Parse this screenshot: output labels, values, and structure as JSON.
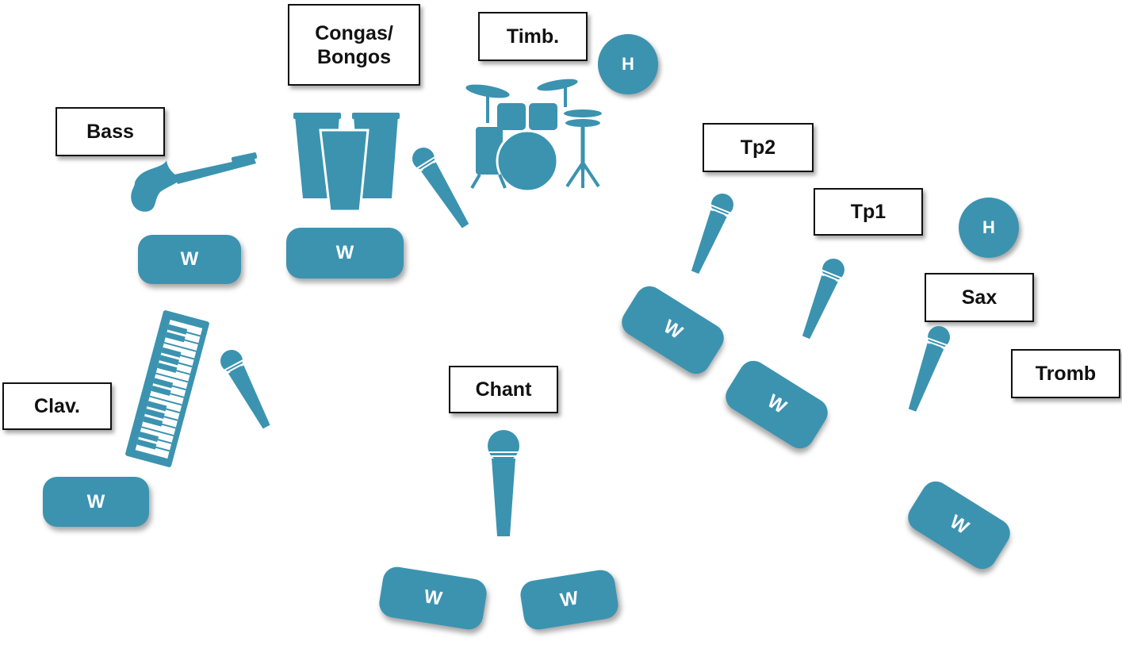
{
  "colors": {
    "felt_blue": "#3b93b0",
    "label_border": "#111111",
    "background": "#ffffff"
  },
  "labels": {
    "congas_bongos_line1": "Congas/",
    "congas_bongos_line2": "Bongos",
    "timbales": "Timb.",
    "bass": "Bass",
    "trumpet2": "Tp2",
    "trumpet1": "Tp1",
    "sax": "Sax",
    "trombone": "Tromb",
    "clavier": "Clav.",
    "chant": "Chant"
  },
  "monitors": {
    "wedge_label": "W",
    "headphone_label": "H"
  },
  "icons": [
    "bass-guitar-icon",
    "congas-icon",
    "drum-kit-icon",
    "keyboard-icon",
    "microphone-icon"
  ]
}
